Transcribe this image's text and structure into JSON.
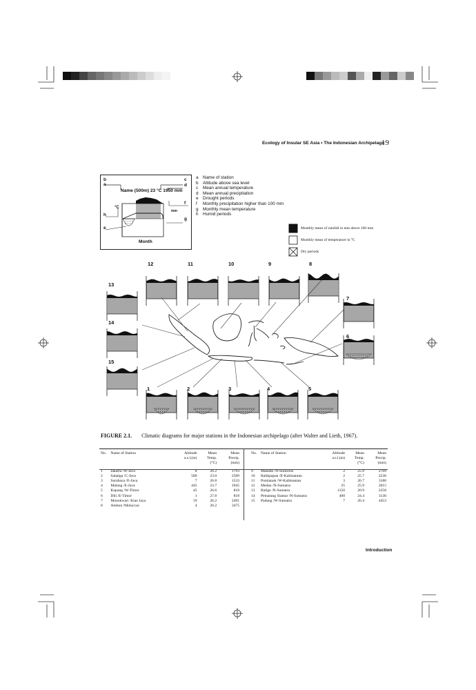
{
  "running_header": {
    "title": "Ecology of Insular SE Asia • The Indonesian Archipelago",
    "page_number": "19"
  },
  "key_diagram": {
    "title": "Name (500m) 23 °C 1950 mm",
    "axis_label": "Month",
    "left_unit": "°C",
    "right_unit": "mm",
    "letters": [
      "a",
      "b",
      "c",
      "d",
      "e",
      "f",
      "g",
      "h"
    ]
  },
  "key_legend": [
    {
      "letter": "a",
      "text": "Name of station"
    },
    {
      "letter": "b",
      "text": "Altitude above sea level"
    },
    {
      "letter": "c",
      "text": "Mean annual temperature"
    },
    {
      "letter": "d",
      "text": "Mean annual precipitation"
    },
    {
      "letter": "e",
      "text": "Drought periods"
    },
    {
      "letter": "f",
      "text": "Monthly precipitation higher than 100 mm"
    },
    {
      "letter": "g",
      "text": "Monthly mean temperature"
    },
    {
      "letter": "h",
      "text": "Humid periods"
    }
  ],
  "symbol_legend": [
    {
      "symbol": "black",
      "text": "Monthly mean of rainfall in mm above 100 mm"
    },
    {
      "symbol": "white",
      "text": "Monthly mean of temperature in °C"
    },
    {
      "symbol": "cross",
      "text": "Dry  periods"
    }
  ],
  "figure_caption": {
    "label": "FIGURE 2.1.",
    "text": "Climatic diagrams for major stations in the Indonesian archipelago (after Walter and Lieth, 1967)."
  },
  "table_headers": {
    "no": "No.",
    "name": "Name of Station",
    "altitude": [
      "Altitude",
      "a.s.l.(m)"
    ],
    "temp": [
      "Mean",
      "Temp.",
      "(°C)"
    ],
    "precip": [
      "Mean",
      "Precip.",
      "(mm)"
    ],
    "right_altitude": [
      "Altitude",
      "a.s.l.(m)"
    ],
    "right_temp": [
      "Mean",
      "Temp.",
      "(°C)"
    ],
    "right_precip": [
      "Mean",
      "Precip.",
      "(mm)"
    ]
  },
  "stations_left": [
    {
      "no": "1",
      "name": "Jakarta /W-Java",
      "alt": "8",
      "temp": "26.2",
      "precip": "1793"
    },
    {
      "no": "2",
      "name": "Salatiga /C-Java",
      "alt": "580",
      "temp": "23.0",
      "precip": "2589"
    },
    {
      "no": "3",
      "name": "Surabaya /E-Java",
      "alt": "7",
      "temp": "26.8",
      "precip": "1533"
    },
    {
      "no": "4",
      "name": "Malang /E-Java",
      "alt": "445",
      "temp": "23.7",
      "precip": "1945"
    },
    {
      "no": "5",
      "name": "Kupang /W-Timor",
      "alt": "45",
      "temp": "26.6",
      "precip": "818"
    },
    {
      "no": "6",
      "name": "Dili /E-Timor",
      "alt": "1",
      "temp": "27.8",
      "precip": "818"
    },
    {
      "no": "7",
      "name": "Monokwari /Irian Jaya",
      "alt": "19",
      "temp": "26.2",
      "precip": "2491"
    },
    {
      "no": "8",
      "name": "Ambon /Moluccas",
      "alt": "4",
      "temp": "26.2",
      "precip": "3475"
    }
  ],
  "stations_right": [
    {
      "no": "9",
      "name": "Manado /N-Sulawesi",
      "alt": "2",
      "temp": "25.9",
      "precip": "2709"
    },
    {
      "no": "10",
      "name": "Balikpapan /E-Kalimantan",
      "alt": "2",
      "temp": "25.7",
      "precip": "2230"
    },
    {
      "no": "11",
      "name": "Pontianak /W-Kalimantan",
      "alt": "3",
      "temp": "26.7",
      "precip": "3180"
    },
    {
      "no": "12",
      "name": "Medan /N-Sumatra",
      "alt": "25",
      "temp": "25.9",
      "precip": "2015"
    },
    {
      "no": "13",
      "name": "Balige /N-Sumatra",
      "alt": "1150",
      "temp": "20.9",
      "precip": "2258"
    },
    {
      "no": "14",
      "name": "Pematang Siantar /N-Sumatra",
      "alt": "400",
      "temp": "24.4",
      "precip": "3130"
    },
    {
      "no": "15",
      "name": "Padang /W-Sumatra",
      "alt": "7",
      "temp": "26.4",
      "precip": "4453"
    }
  ],
  "footer": {
    "section": "Introduction"
  },
  "station_labels": [
    "1",
    "2",
    "3",
    "4",
    "5",
    "6",
    "7",
    "8",
    "9",
    "10",
    "11",
    "12",
    "13",
    "14",
    "15"
  ]
}
